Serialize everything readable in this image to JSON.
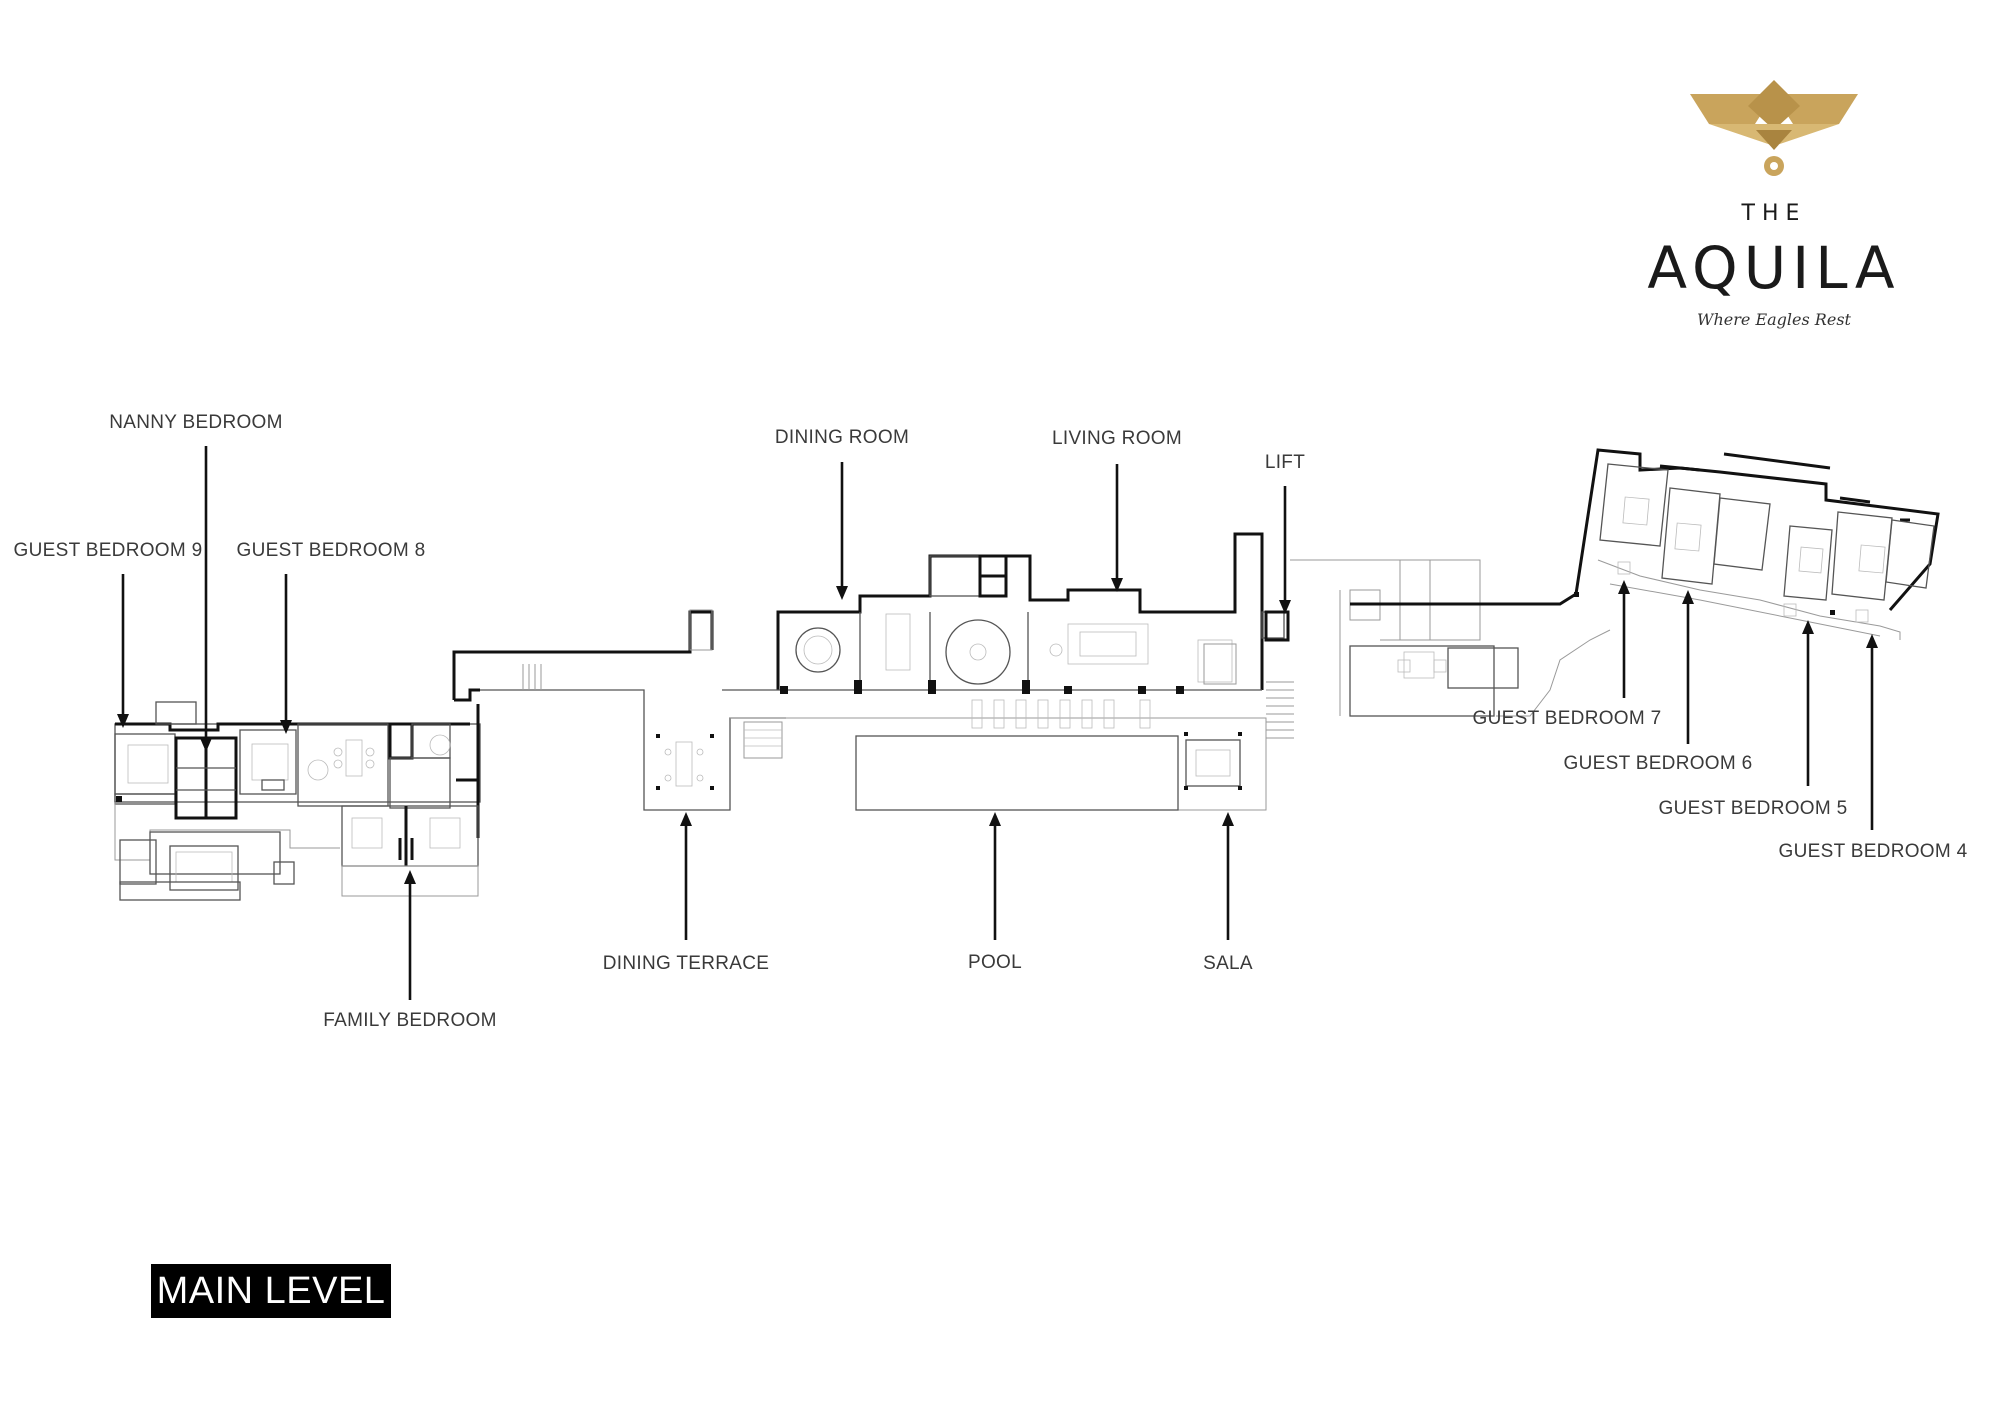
{
  "brand": {
    "the": "THE",
    "name": "AQUILA",
    "tagline": "Where Eagles Rest",
    "colors": {
      "gold": "#c9a45c",
      "gold_dark": "#a9843f"
    }
  },
  "level_label": "MAIN LEVEL",
  "rooms": {
    "nanny_bedroom": "NANNY BEDROOM",
    "guest_bedroom_9": "GUEST BEDROOM 9",
    "guest_bedroom_8": "GUEST BEDROOM 8",
    "family_bedroom": "FAMILY BEDROOM",
    "dining_room": "DINING ROOM",
    "living_room": "LIVING ROOM",
    "lift": "LIFT",
    "dining_terrace": "DINING TERRACE",
    "pool": "POOL",
    "sala": "SALA",
    "guest_bedroom_7": "GUEST BEDROOM 7",
    "guest_bedroom_6": "GUEST BEDROOM 6",
    "guest_bedroom_5": "GUEST BEDROOM 5",
    "guest_bedroom_4": "GUEST BEDROOM 4"
  }
}
